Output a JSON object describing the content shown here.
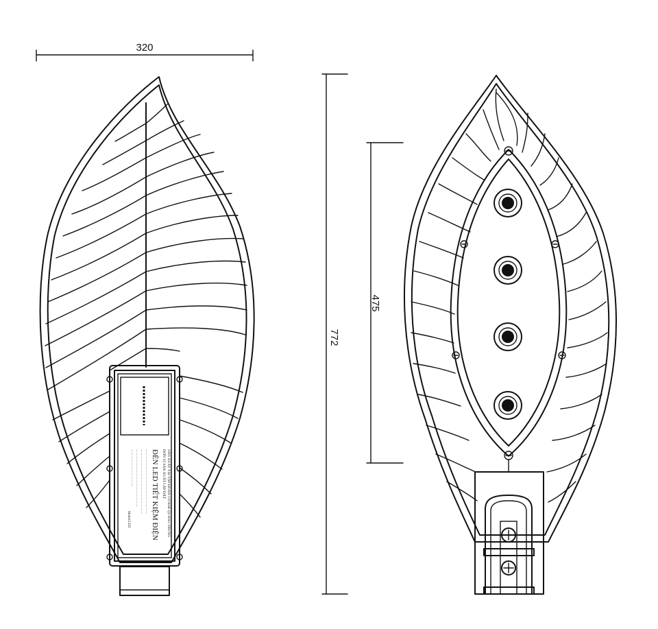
{
  "dimensions": {
    "width": "320",
    "height_total": "772",
    "height_module": "475"
  },
  "label_plate": {
    "line_1": "SẢN XUẤT TẠI TẬP ĐOÀN CƠ KHÍ QUANG TRUNG",
    "line_2": "ĐƠN VỊ SẢN XUẤT LẮP ĐẶT",
    "product_name": "ĐÈN LED TIẾT KIỆM ĐIỆN",
    "code": "Model/LED"
  },
  "led_module": {
    "led_count": 4
  }
}
